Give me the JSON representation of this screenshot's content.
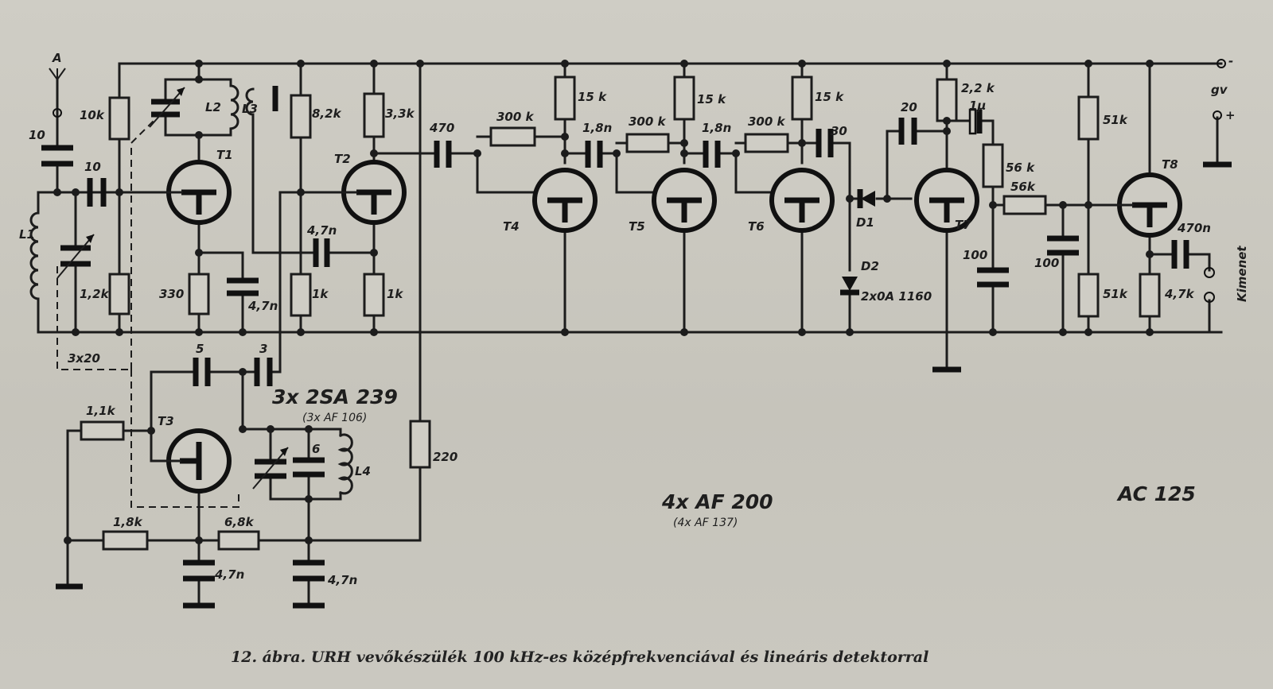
{
  "transistors": {
    "t1": "T1",
    "t2": "T2",
    "t3": "T3",
    "t4": "T4",
    "t5": "T5",
    "t6": "T6",
    "t7": "T7",
    "t8": "T8"
  },
  "components": {
    "antenna": "A",
    "c_ant": "10",
    "c_in": "10",
    "r_10k": "10k",
    "r_1_2k": "1,2k",
    "l1": "L1",
    "trim": "3x20",
    "l2": "L2",
    "l3": "L3",
    "r_330": "330",
    "c_4_7n_t1": "4,7n",
    "r_8_2k": "8,2k",
    "r_1k_a": "1k",
    "r_3_3k": "3,3k",
    "c_4_7n_t2": "4,7n",
    "r_1k_b": "1k",
    "c_5": "5",
    "c_3": "3",
    "r_1_1k": "1,1k",
    "r_1_8k": "1,8k",
    "r_6_8k": "6,8k",
    "c_4_7n_bl": "4,7n",
    "c_4_7n_br": "4,7n",
    "c_6": "6",
    "l4": "L4",
    "r_220": "220",
    "c_470": "470",
    "r_300k_1": "300 k",
    "r_15k_1": "15 k",
    "c_1_8n_1": "1,8n",
    "r_300k_2": "300 k",
    "r_15k_2": "15 k",
    "c_1_8n_2": "1,8n",
    "r_300k_3": "300 k",
    "r_15k_3": "15 k",
    "c_30": "30",
    "d1": "D1",
    "d2": "D2",
    "diodes": "2x0A 1160",
    "c_20": "20",
    "r_2_2k": "2,2 k",
    "c_1u": "1µ",
    "r_56k_a": "56 k",
    "r_56k_b": "56k",
    "c_100_a": "100",
    "c_100_b": "100",
    "r_51k_a": "51k",
    "r_51k_b": "51k",
    "c_470n": "470n",
    "r_4_7k": "4,7k",
    "gv": "gv",
    "minus": "-",
    "plus": "+",
    "kimenet": "Kimenet"
  },
  "type_labels": {
    "mixer_type": "3x 2SA 239",
    "mixer_alt": "(3x AF 106)",
    "if_type": "4x AF 200",
    "if_alt": "(4x AF 137)",
    "out_type": "AC 125"
  },
  "caption": "12. ábra. URH vevőkészülék 100 kHz-es középfrekvenciával és lineáris detektorral"
}
